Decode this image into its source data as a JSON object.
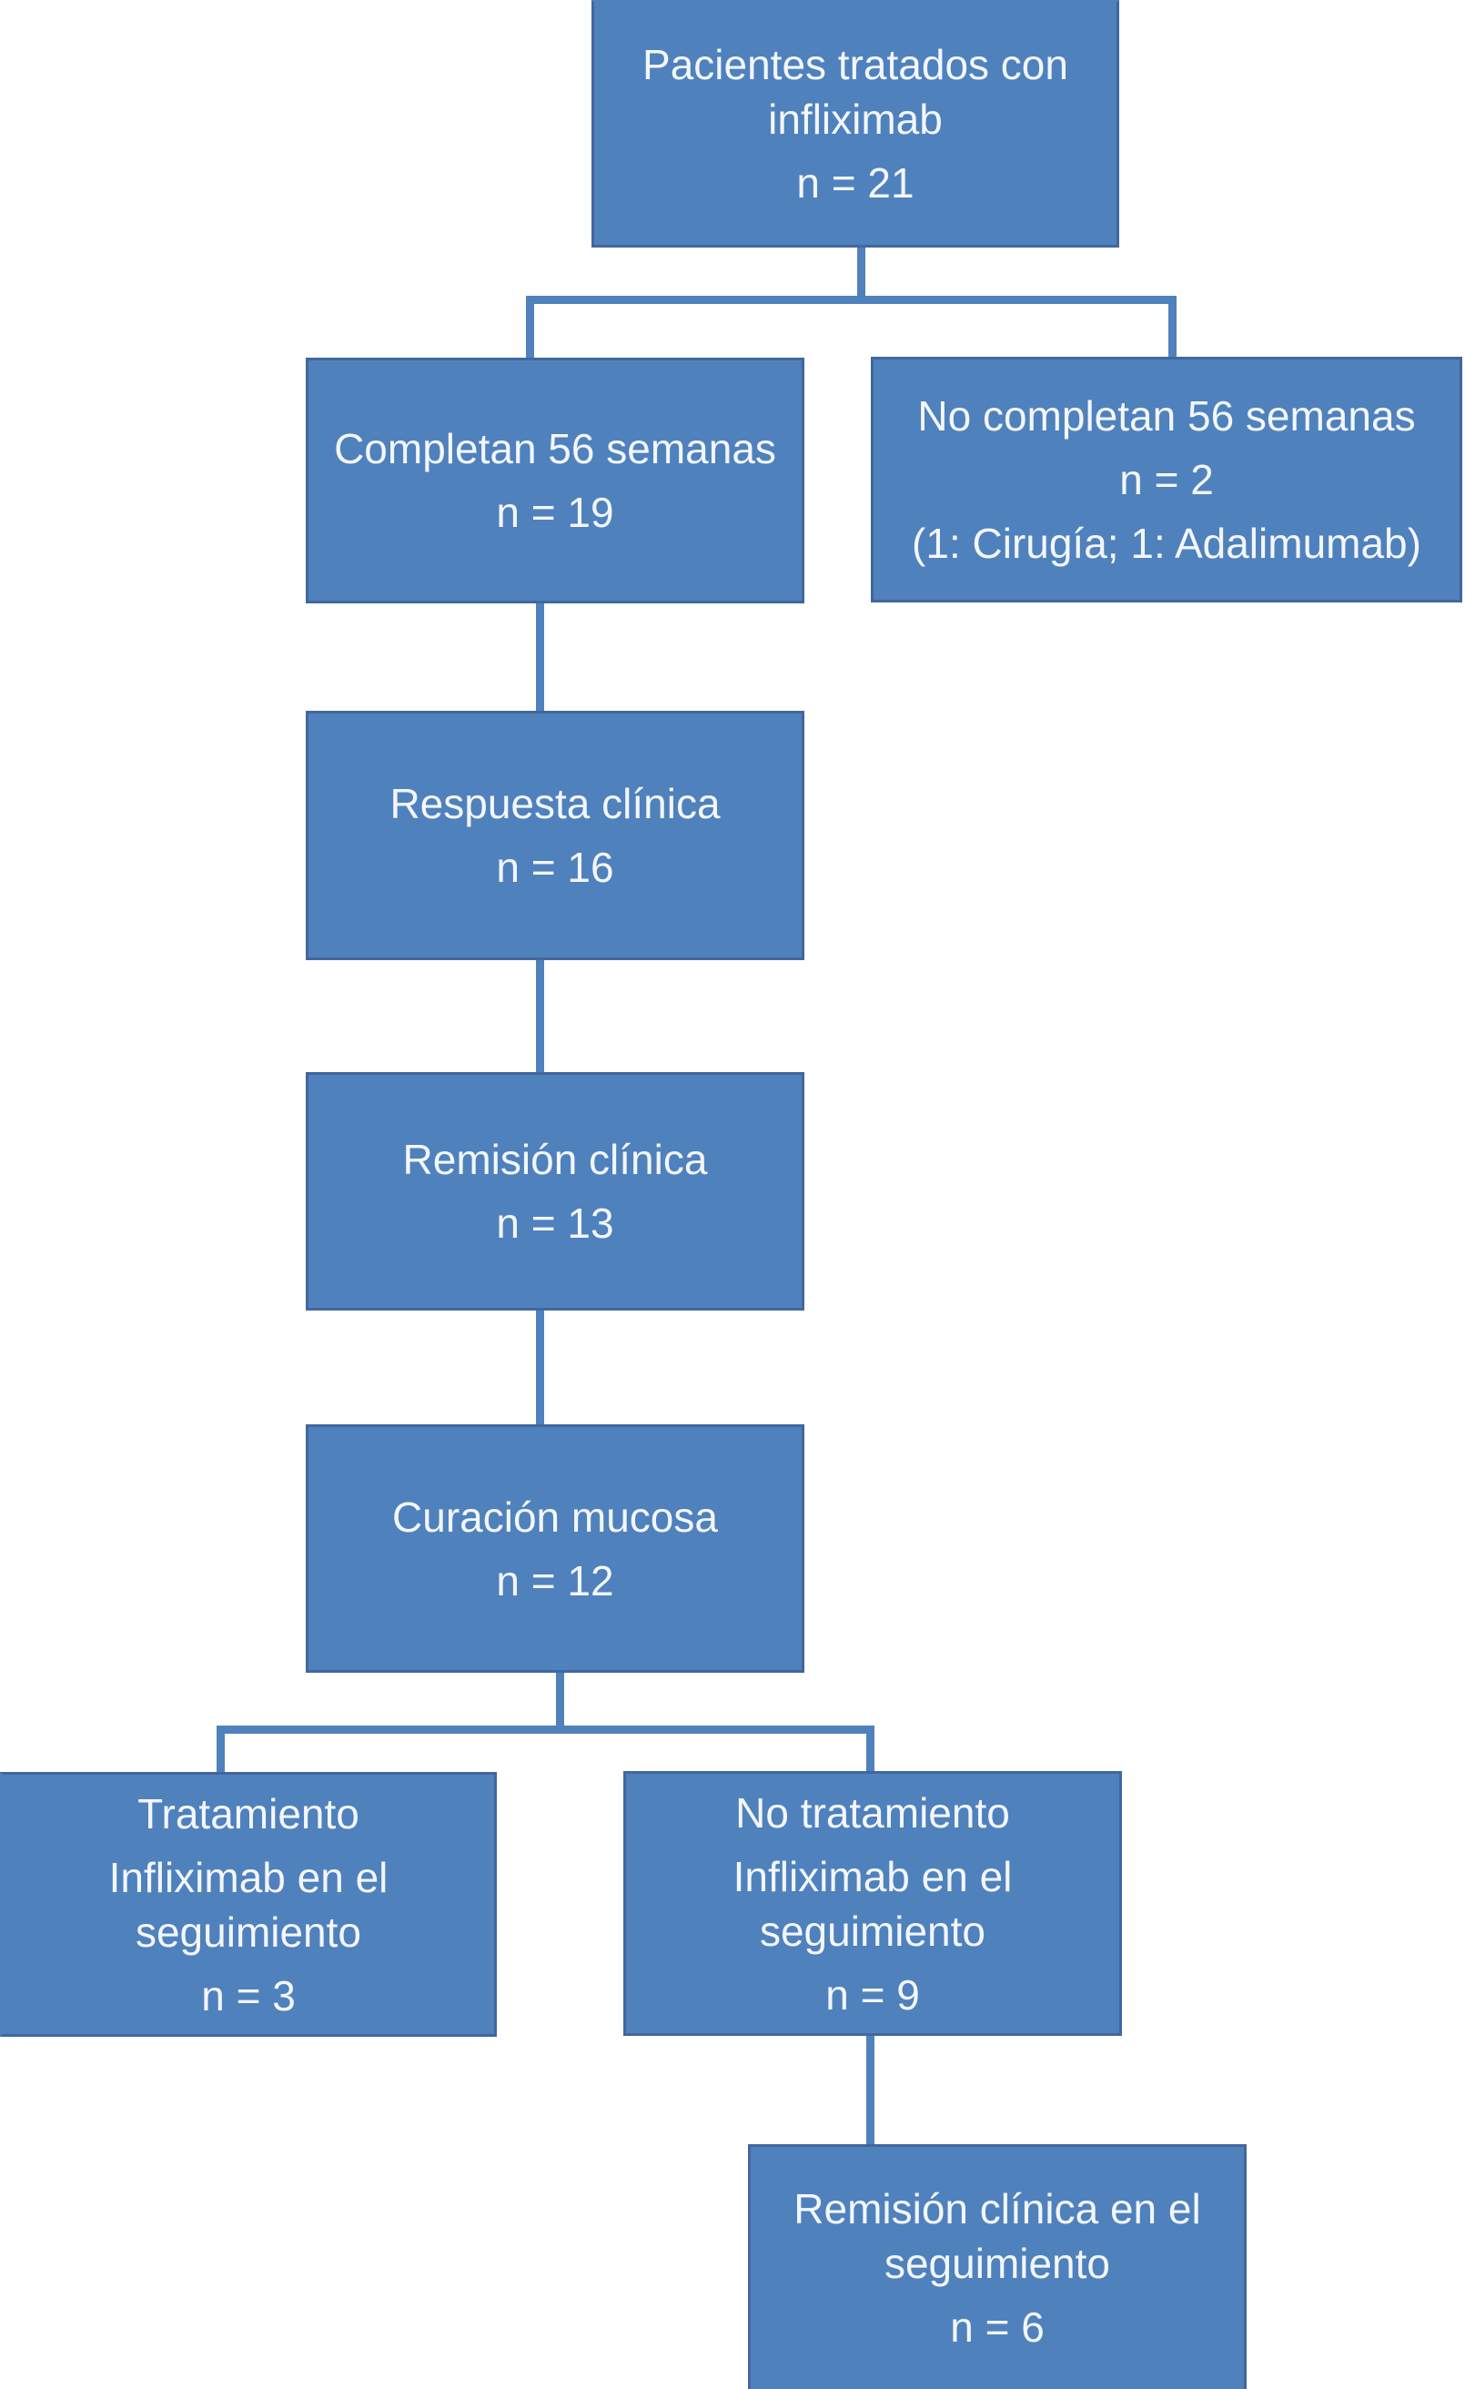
{
  "figure": {
    "type": "flowchart",
    "language": "es",
    "description": "Patient flow of infliximab treatment over 56 weeks"
  },
  "colors": {
    "box_fill": "#4f81bd",
    "box_border": "#41679e",
    "connector": "#4f81bd",
    "text": "#f3f6fa",
    "background": "#ffffff"
  },
  "boxes": {
    "patients": {
      "title": "Pacientes tratados con infliximab",
      "n_label": "n = 21"
    },
    "completers": {
      "title": "Completan 56 semanas",
      "n_label": "n = 19"
    },
    "non_completers": {
      "title": "No completan 56 semanas",
      "n_label": "n = 2",
      "note": "(1: Cirugía; 1: Adalimumab)"
    },
    "clinical_response": {
      "title": "Respuesta clínica",
      "n_label": "n = 16"
    },
    "clinical_remission": {
      "title": "Remisión clínica",
      "n_label": "n = 13"
    },
    "mucosal_healing": {
      "title": "Curación mucosa",
      "n_label": "n = 12"
    },
    "ifx_treatment": {
      "title": "Tratamiento",
      "subtitle": "Infliximab en el seguimiento",
      "n_label": "n = 3"
    },
    "no_ifx_treatment": {
      "title": "No tratamiento",
      "subtitle": "Infliximab en el seguimiento",
      "n_label": "n = 9"
    },
    "followup_remission": {
      "title": "Remisión clínica en el seguimiento",
      "n_label": "n = 6"
    }
  }
}
